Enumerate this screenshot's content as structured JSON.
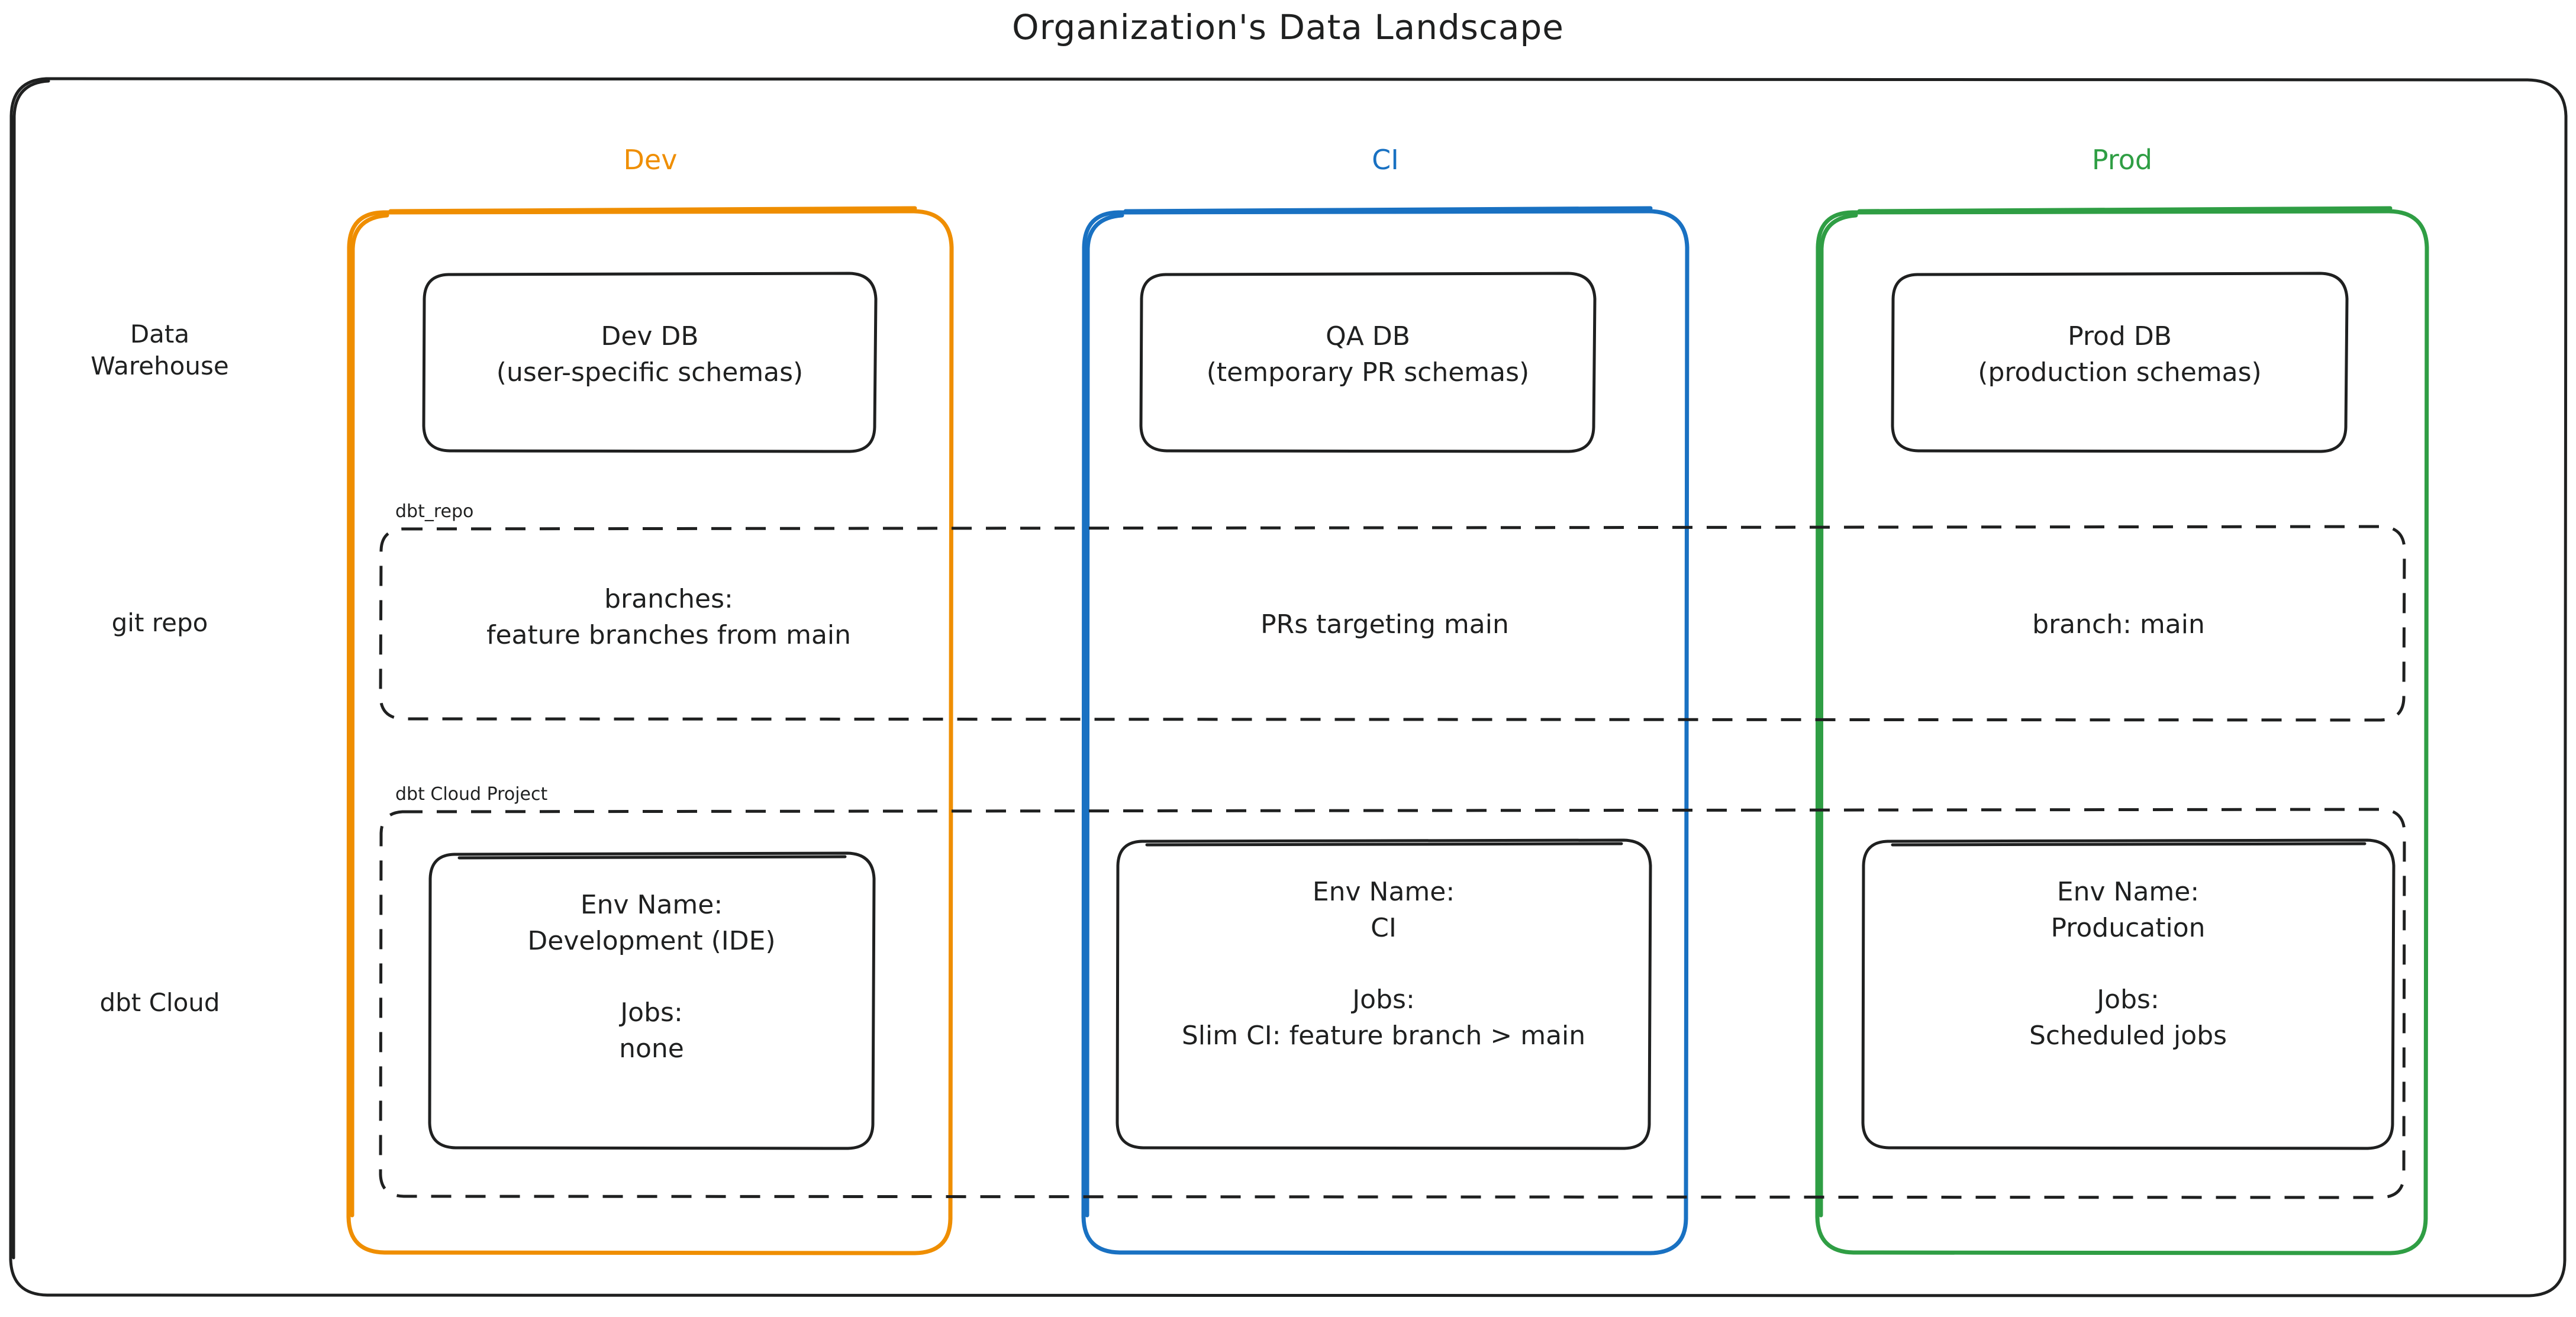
{
  "diagram": {
    "title": "Organization's Data Landscape",
    "type": "flowchart",
    "style": "hand-drawn",
    "background": "#ffffff",
    "stroke_color": "#1f2020"
  },
  "columns": [
    {
      "key": "dev",
      "label": "Dev",
      "color": "#ef8e00"
    },
    {
      "key": "ci",
      "label": "CI",
      "color": "#1971c2"
    },
    {
      "key": "prod",
      "label": "Prod",
      "color": "#2f9e44"
    }
  ],
  "rows": [
    {
      "key": "warehouse",
      "label": "Data\nWarehouse"
    },
    {
      "key": "git",
      "label": "git repo"
    },
    {
      "key": "dbtcloud",
      "label": "dbt Cloud"
    }
  ],
  "clusters": [
    {
      "key": "dbt_repo",
      "label": "dbt_repo",
      "border": "dashed"
    },
    {
      "key": "dbt_cloud",
      "label": "dbt Cloud Project",
      "border": "dashed"
    }
  ],
  "warehouse_nodes": [
    {
      "column": "dev",
      "text": "Dev DB\n(user-specific schemas)"
    },
    {
      "column": "ci",
      "text": "QA DB\n(temporary PR schemas)"
    },
    {
      "column": "prod",
      "text": "Prod DB\n(production schemas)"
    }
  ],
  "git_nodes": [
    {
      "column": "dev",
      "text": "branches:\nfeature branches from main"
    },
    {
      "column": "ci",
      "text": "PRs targeting main"
    },
    {
      "column": "prod",
      "text": "branch: main"
    }
  ],
  "dbtcloud_nodes": [
    {
      "column": "dev",
      "text": "Env Name:\nDevelopment (IDE)\n\nJobs:\nnone"
    },
    {
      "column": "ci",
      "text": "Env Name:\nCI\n\nJobs:\nSlim CI: feature branch > main"
    },
    {
      "column": "prod",
      "text": "Env Name:\nProducation\n\nJobs:\nScheduled jobs"
    }
  ]
}
